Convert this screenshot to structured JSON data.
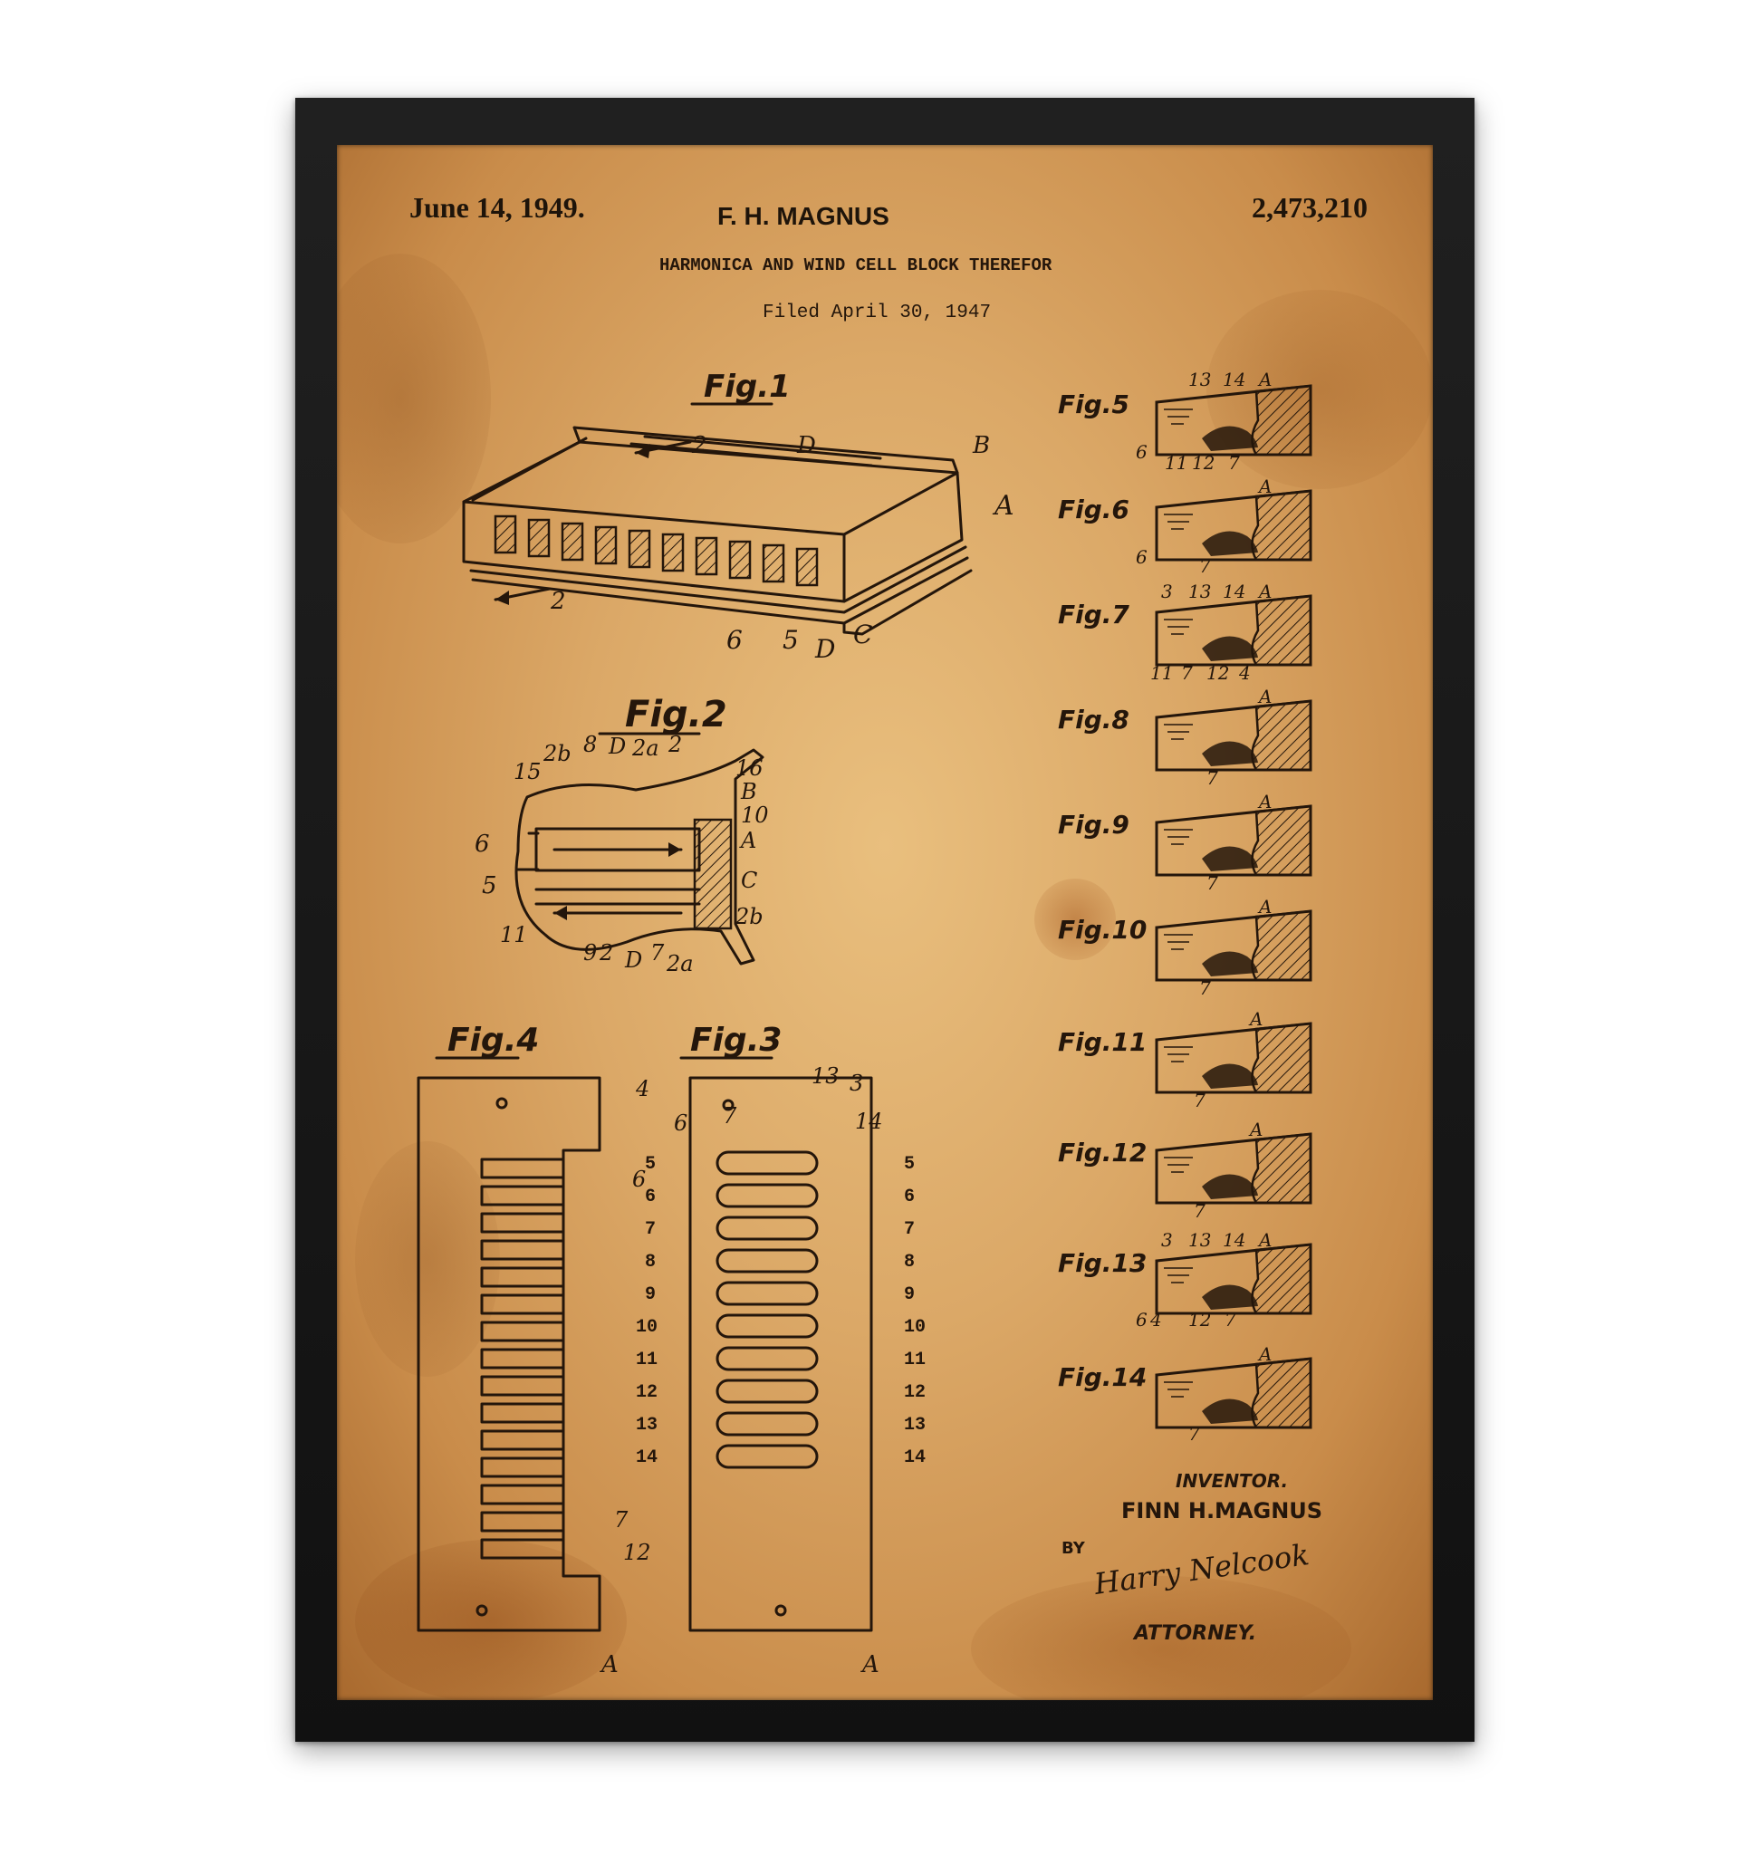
{
  "header": {
    "date": "June 14, 1949.",
    "inventor_name": "F. H. MAGNUS",
    "patent_number": "2,473,210",
    "title": "HARMONICA AND WIND CELL BLOCK THEREFOR",
    "filed": "Filed April 30, 1947"
  },
  "figures": {
    "fig1": "Fig.1",
    "fig2": "Fig.2",
    "fig3": "Fig.3",
    "fig4": "Fig.4",
    "fig5": "Fig.5",
    "fig6": "Fig.6",
    "fig7": "Fig.7",
    "fig8": "Fig.8",
    "fig9": "Fig.9",
    "fig10": "Fig.10",
    "fig11": "Fig.11",
    "fig12": "Fig.12",
    "fig13": "Fig.13",
    "fig14": "Fig.14"
  },
  "fig3_row_numbers": [
    "5",
    "6",
    "7",
    "8",
    "9",
    "10",
    "11",
    "12",
    "13",
    "14"
  ],
  "footer": {
    "inventor_label": "INVENTOR.",
    "inventor_signature": "FINN H.MAGNUS",
    "by": "BY",
    "attorney_signature": "Harry Nelcook",
    "attorney_label": "ATTORNEY."
  },
  "colors": {
    "frame": "#151515",
    "paper": "#dba867",
    "ink": "#24160b"
  }
}
